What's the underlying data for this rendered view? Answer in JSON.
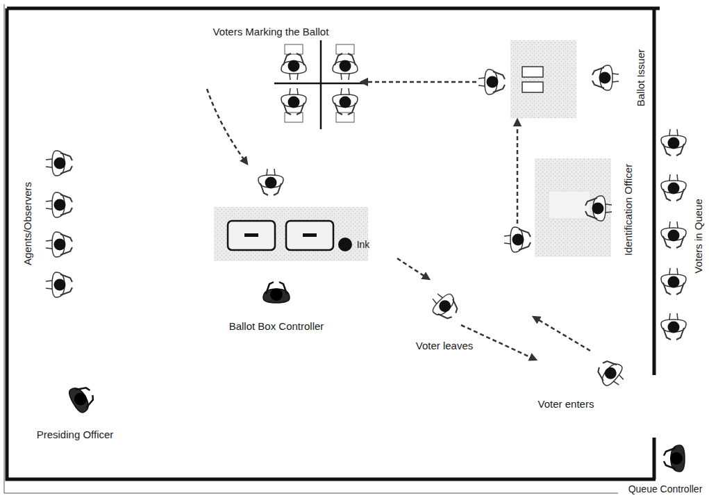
{
  "diagram": {
    "labels": [
      "Voters Marking the Ballot",
      "Ballot Issuer",
      "Identification Officer",
      "Voters in Queue",
      "Agents/Observers",
      "Ink",
      "Ballot Box Controller",
      "Voter leaves",
      "Voter enters",
      "Presiding Officer",
      "Queue Controller"
    ]
  }
}
